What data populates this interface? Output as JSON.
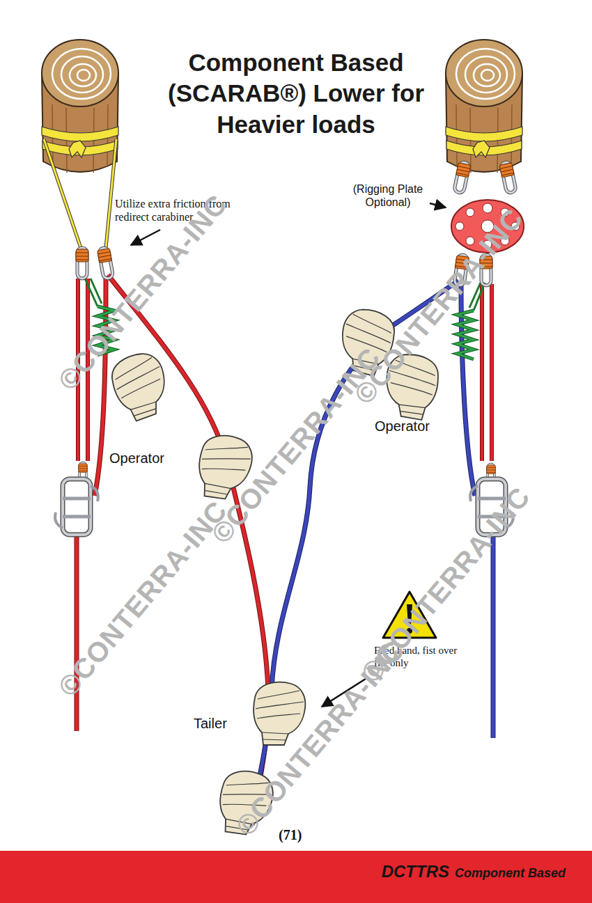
{
  "diagram": {
    "title": "Component Based (SCARAB®) Lower for Heavier loads",
    "labels": [
      "Utilize extra friction from redirect carabiner",
      "(Rigging Plate Optional)",
      "Operator",
      "Operator",
      "Feed hand, fist over fist only",
      "Tailer",
      "(71)",
      "DCTTRS",
      "Component Based",
      "©CONTERRA-INC",
      "©CONTERRA-INC",
      "©CONTERRA-INC",
      "©CONTERRA-INC",
      "©CONTERRA-INC",
      "©CONTERRA-INC"
    ]
  }
}
